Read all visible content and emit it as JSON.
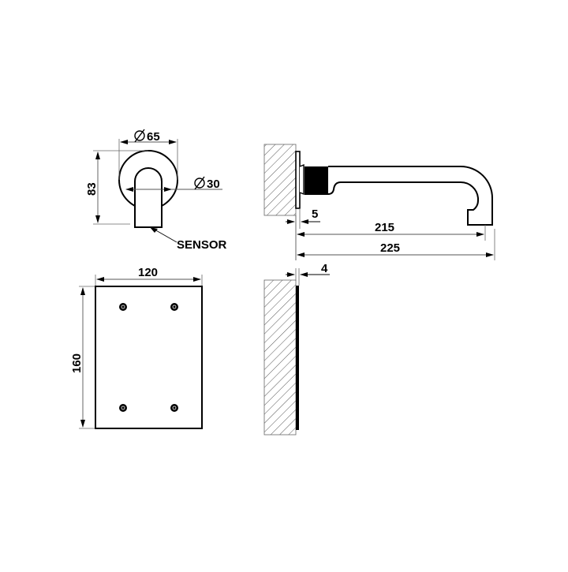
{
  "drawing": {
    "front_view": {
      "diameter_outer_label": "Ø 65",
      "diameter_outer_value": "65",
      "diameter_inner_label": "Ø 30",
      "diameter_inner_value": "30",
      "height_label": "83",
      "sensor_label": "SENSOR"
    },
    "side_view": {
      "flange_label": "5",
      "projection_label": "215",
      "overall_label": "225"
    },
    "plate_front_view": {
      "width_label": "120",
      "height_label": "160",
      "screw_count": 4
    },
    "plate_side_view": {
      "thickness_label": "4"
    },
    "colors": {
      "line": "#000000",
      "dim_line": "#555555",
      "background": "#ffffff",
      "hatch": "#444444"
    }
  }
}
